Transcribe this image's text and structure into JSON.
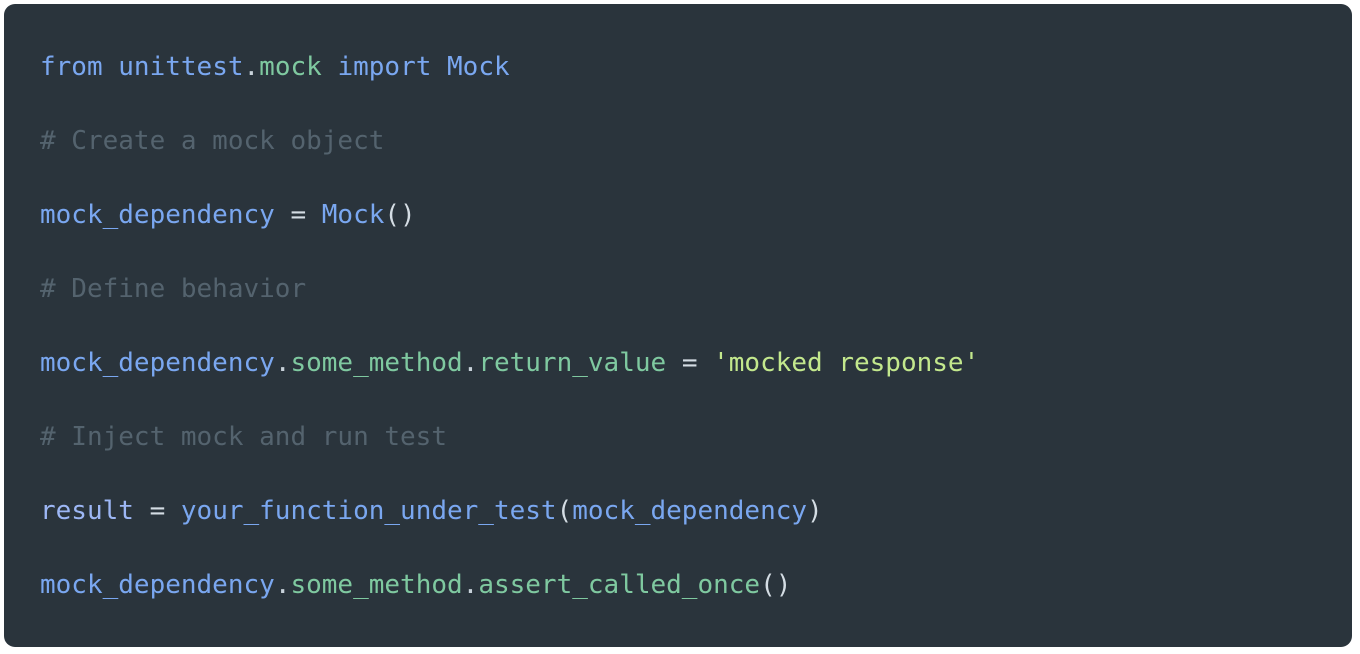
{
  "code_block": {
    "language": "python",
    "background_color": "#2a343c",
    "page_background": "#ffffff",
    "border_radius": "11px",
    "lines": [
      {
        "id": "line-1",
        "text": "from unittest.mock import Mock",
        "tokens": [
          {
            "t": "from ",
            "c": "t-kw"
          },
          {
            "t": "unittest",
            "c": "t-mod"
          },
          {
            "t": ".",
            "c": "t-punct"
          },
          {
            "t": "mock",
            "c": "t-attr"
          },
          {
            "t": " ",
            "c": "t-punct"
          },
          {
            "t": "import",
            "c": "t-kw"
          },
          {
            "t": " ",
            "c": "t-punct"
          },
          {
            "t": "Mock",
            "c": "t-cls"
          }
        ]
      },
      {
        "id": "line-2",
        "text": "# Create a mock object",
        "tokens": [
          {
            "t": "# Create a mock object",
            "c": "t-comment"
          }
        ]
      },
      {
        "id": "line-3",
        "text": "mock_dependency = Mock()",
        "tokens": [
          {
            "t": "mock_dependency",
            "c": "t-var"
          },
          {
            "t": " ",
            "c": "t-punct"
          },
          {
            "t": "=",
            "c": "t-op"
          },
          {
            "t": " ",
            "c": "t-punct"
          },
          {
            "t": "Mock",
            "c": "t-cls"
          },
          {
            "t": "()",
            "c": "t-paren"
          }
        ]
      },
      {
        "id": "line-4",
        "text": "# Define behavior",
        "tokens": [
          {
            "t": "# Define behavior",
            "c": "t-comment"
          }
        ]
      },
      {
        "id": "line-5",
        "text": "mock_dependency.some_method.return_value = 'mocked response'",
        "tokens": [
          {
            "t": "mock_dependency",
            "c": "t-var"
          },
          {
            "t": ".",
            "c": "t-punct"
          },
          {
            "t": "some_method",
            "c": "t-attr"
          },
          {
            "t": ".",
            "c": "t-punct"
          },
          {
            "t": "return_value",
            "c": "t-attr"
          },
          {
            "t": " ",
            "c": "t-punct"
          },
          {
            "t": "=",
            "c": "t-op"
          },
          {
            "t": " ",
            "c": "t-punct"
          },
          {
            "t": "'mocked response'",
            "c": "t-str"
          }
        ]
      },
      {
        "id": "line-6",
        "text": "# Inject mock and run test",
        "tokens": [
          {
            "t": "# Inject mock and run test",
            "c": "t-comment"
          }
        ]
      },
      {
        "id": "line-7",
        "text": "result = your_function_under_test(mock_dependency)",
        "tokens": [
          {
            "t": "result",
            "c": "t-varlt"
          },
          {
            "t": " ",
            "c": "t-punct"
          },
          {
            "t": "=",
            "c": "t-op"
          },
          {
            "t": " ",
            "c": "t-punct"
          },
          {
            "t": "your_function_under_test",
            "c": "t-var"
          },
          {
            "t": "(",
            "c": "t-paren"
          },
          {
            "t": "mock_dependency",
            "c": "t-var"
          },
          {
            "t": ")",
            "c": "t-paren"
          }
        ]
      },
      {
        "id": "line-8",
        "text": "mock_dependency.some_method.assert_called_once()",
        "tokens": [
          {
            "t": "mock_dependency",
            "c": "t-var"
          },
          {
            "t": ".",
            "c": "t-punct"
          },
          {
            "t": "some_method",
            "c": "t-attr"
          },
          {
            "t": ".",
            "c": "t-punct"
          },
          {
            "t": "assert_called_once",
            "c": "t-attr"
          },
          {
            "t": "()",
            "c": "t-paren"
          }
        ]
      }
    ],
    "colors": {
      "keyword": "#7aa7f0",
      "attribute": "#7fc9a0",
      "variable": "#7aa7f0",
      "variable_light": "#9db7f5",
      "string": "#c3e88d",
      "comment": "#54636e",
      "punctuation": "#c8d2da",
      "operator": "#d4dde4"
    }
  }
}
